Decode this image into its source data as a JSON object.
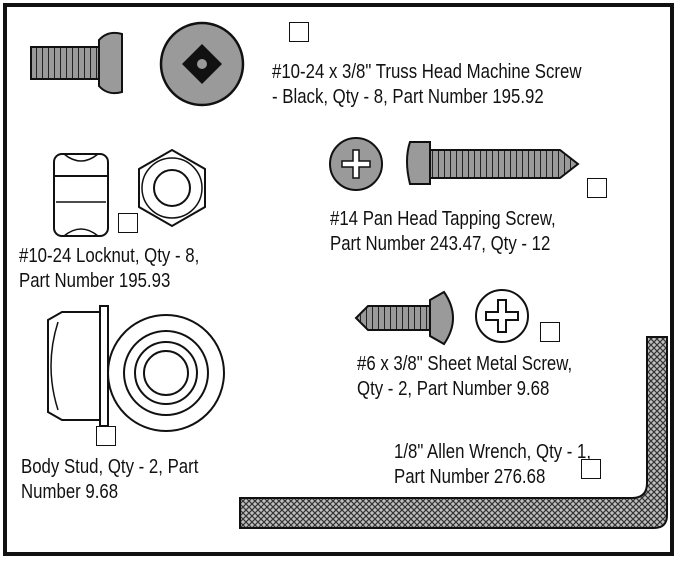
{
  "parts": [
    {
      "id": "truss-screw",
      "lines": [
        "#10-24 x 3/8\" Truss Head Machine Screw",
        "- Black, Qty - 8, Part Number 195.92"
      ]
    },
    {
      "id": "locknut",
      "lines": [
        "#10-24 Locknut, Qty - 8,",
        "Part Number 195.93"
      ]
    },
    {
      "id": "pan-screw",
      "lines": [
        "#14 Pan Head Tapping Screw,",
        "Part Number 243.47, Qty - 12"
      ]
    },
    {
      "id": "sheet-screw",
      "lines": [
        "#6 x 3/8\" Sheet Metal Screw,",
        "Qty - 2, Part Number 9.68"
      ]
    },
    {
      "id": "body-stud",
      "lines": [
        "Body Stud, Qty - 2, Part",
        "Number 9.68"
      ]
    },
    {
      "id": "allen-wrench",
      "lines": [
        "1/8\" Allen Wrench, Qty - 1,",
        "Part Number 276.68"
      ]
    }
  ]
}
